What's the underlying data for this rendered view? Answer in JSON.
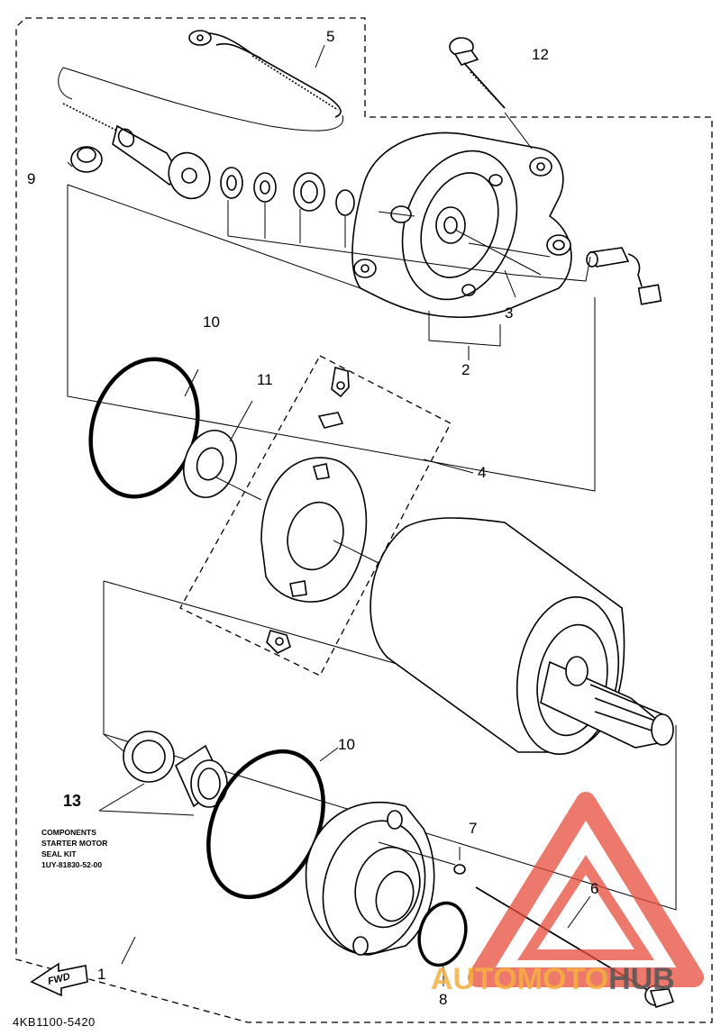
{
  "diagram": {
    "catalog_code": "4KB1100-5420",
    "direction_label": "FWD",
    "kit_note": [
      "COMPONENTS",
      "STARTER MOTOR",
      "SEAL KIT",
      "1UY-81830-52-00"
    ],
    "watermark": {
      "text_part1": "AUTOMOTO",
      "text_part2": "HUB",
      "color_part1": "#f5b041",
      "color_part2": "#555555",
      "triangle_color": "#e74c3c"
    },
    "part_labels": {
      "p1": "1",
      "p2": "2",
      "p3": "3",
      "p4": "4",
      "p5": "5",
      "p6": "6",
      "p7": "7",
      "p8": "8",
      "p9": "9",
      "p10_upper": "10",
      "p10_lower": "10",
      "p11": "11",
      "p12": "12",
      "p13": "13"
    }
  }
}
